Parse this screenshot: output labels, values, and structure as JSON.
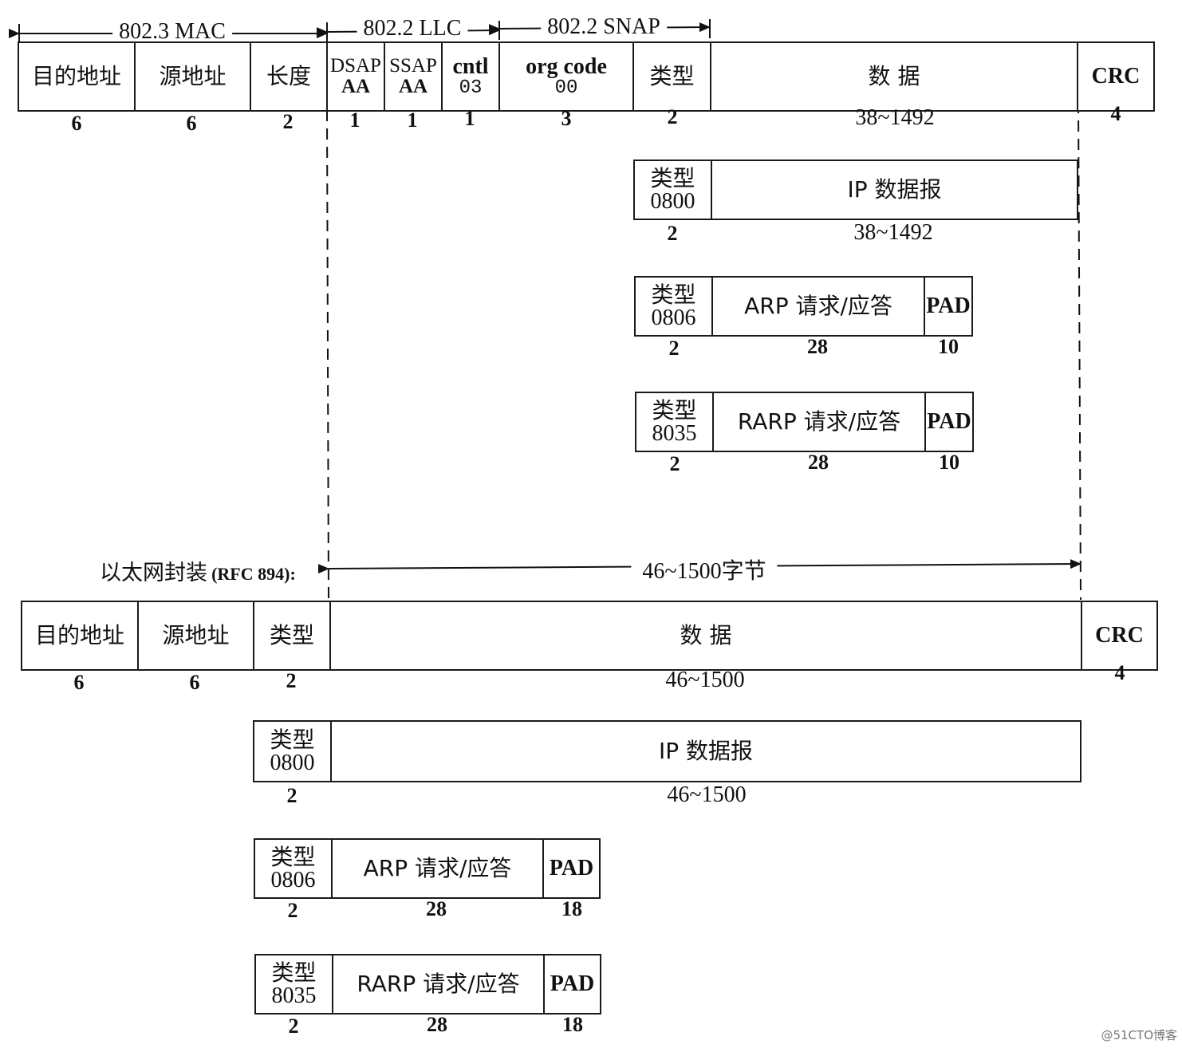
{
  "top": {
    "headers": {
      "mac": "802.3 MAC",
      "llc": "802.2 LLC",
      "snap": "802.2 SNAP"
    },
    "frame": {
      "dst": "目的地址",
      "src": "源地址",
      "len": "长度",
      "dsap": "DSAP",
      "dsap_val": "AA",
      "ssap": "SSAP",
      "ssap_val": "AA",
      "cntl": "cntl",
      "cntl_val": "03",
      "org": "org code",
      "org_val": "00",
      "type": "类型",
      "data": "数 据",
      "crc": "CRC"
    },
    "sizes": {
      "dst": "6",
      "src": "6",
      "len": "2",
      "dsap": "1",
      "ssap": "1",
      "cntl": "1",
      "org": "3",
      "type": "2",
      "data": "38~1492",
      "crc": "4"
    },
    "ip": {
      "type": "类型",
      "code": "0800",
      "label": "IP 数据报",
      "size_type": "2",
      "size_data": "38~1492"
    },
    "arp": {
      "type": "类型",
      "code": "0806",
      "label": "ARP 请求/应答",
      "pad": "PAD",
      "size_type": "2",
      "size_data": "28",
      "size_pad": "10"
    },
    "rarp": {
      "type": "类型",
      "code": "8035",
      "label": "RARP 请求/应答",
      "pad": "PAD",
      "size_type": "2",
      "size_data": "28",
      "size_pad": "10"
    }
  },
  "ethernet": {
    "caption": "以太网封装",
    "caption_tag": "(RFC 894):",
    "span_label": "46~1500字节",
    "frame": {
      "dst": "目的地址",
      "src": "源地址",
      "type": "类型",
      "data": "数 据",
      "crc": "CRC"
    },
    "sizes": {
      "dst": "6",
      "src": "6",
      "type": "2",
      "data": "46~1500",
      "crc": "4"
    },
    "ip": {
      "type": "类型",
      "code": "0800",
      "label": "IP 数据报",
      "size_type": "2",
      "size_data": "46~1500"
    },
    "arp": {
      "type": "类型",
      "code": "0806",
      "label": "ARP 请求/应答",
      "pad": "PAD",
      "size_type": "2",
      "size_data": "28",
      "size_pad": "18"
    },
    "rarp": {
      "type": "类型",
      "code": "8035",
      "label": "RARP 请求/应答",
      "pad": "PAD",
      "size_type": "2",
      "size_data": "28",
      "size_pad": "18"
    }
  },
  "watermark": "@51CTO博客"
}
